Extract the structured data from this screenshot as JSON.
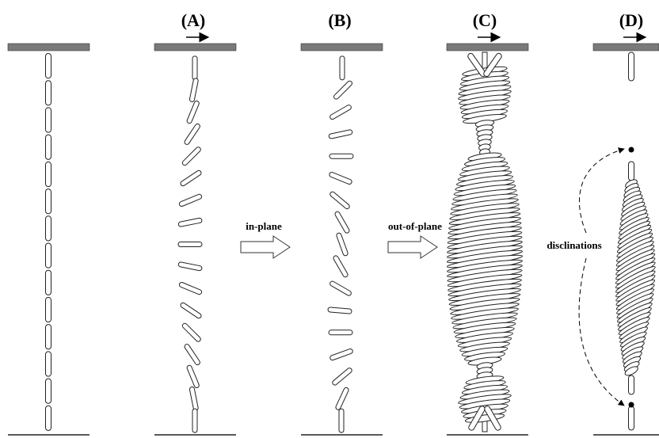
{
  "panels": [
    {
      "key": "initial",
      "label": ""
    },
    {
      "key": "A",
      "label": "(A)"
    },
    {
      "key": "B",
      "label": "(B)"
    },
    {
      "key": "C",
      "label": "(C)"
    },
    {
      "key": "D",
      "label": "(D)"
    }
  ],
  "transitions": {
    "in_plane": "in-plane",
    "out_of_plane": "out-of-plane"
  },
  "annotations": {
    "disclinations": "disclinations"
  },
  "colors": {
    "plate": "#7a7a7a",
    "stroke": "#222222",
    "rod_fill": "#ffffff"
  }
}
